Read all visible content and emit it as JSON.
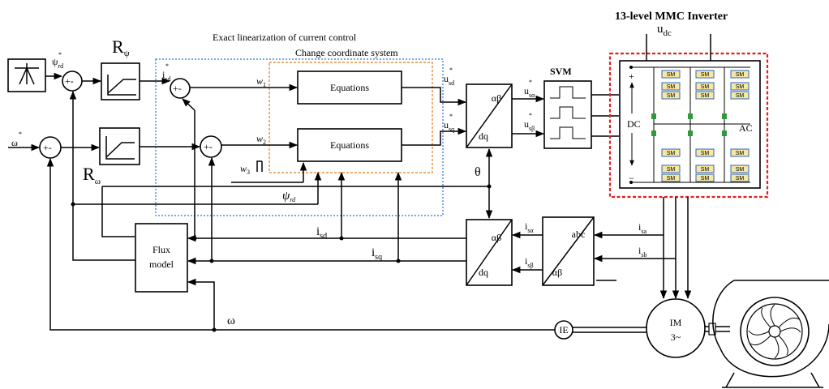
{
  "labels": {
    "exact_linearization": "Exact linearization of current control",
    "change_coordinate": "Change coordinate system",
    "equations_top": "Equations",
    "equations_bottom": "Equations",
    "svm": "SVM",
    "mmc_title": "13-level MMC Inverter",
    "udc": "u",
    "udc_sub": "dc",
    "r_psi": "R",
    "r_psi_sub": "ψ",
    "r_omega": "R",
    "r_omega_sub": "ω",
    "psi_ref": "ψ",
    "psi_ref_sub": "rd",
    "omega_ref": "ω",
    "sum": "+-",
    "isd_ref": "i",
    "isd_ref_sub": "sd",
    "w1": "w",
    "w1_sub": "1",
    "w2": "w",
    "w2_sub": "2",
    "w3": "w",
    "w3_sub": "3",
    "psi_rd": "ψ",
    "psi_rd_sub": "rd",
    "usd": "u",
    "usd_sub": "sd",
    "usq": "u",
    "usq_sub": "sq",
    "usalpha": "u",
    "usalpha_sub": "sα",
    "usbeta": "u",
    "usbeta_sub": "sβ",
    "alphabeta": "αβ",
    "dq": "dq",
    "abc": "abc",
    "theta": "θ",
    "isd": "i",
    "isd_sub": "sd",
    "isq": "i",
    "isq_sub": "sq",
    "isalpha": "i",
    "isalpha_sub": "sα",
    "isbeta": "i",
    "isbeta_sub": "sβ",
    "isa": "i",
    "isa_sub": "sa",
    "isb": "i",
    "isb_sub": "sb",
    "flux_model_1": "Flux",
    "flux_model_2": "model",
    "omega": "ω",
    "ie": "IE",
    "im_1": "IM",
    "im_2": "3~",
    "dc": "DC",
    "ac": "AC",
    "plus": "+",
    "minus": "−",
    "sm": "SM",
    "star": "*"
  },
  "colors": {
    "blue_dotted": "#2f6fd1",
    "orange_dotted": "#e07a1f",
    "red_dotted": "#e02020",
    "sm_fill": "#f7e7a0",
    "sm_border": "#2a66c8",
    "inductor": "#2e9b3a"
  }
}
